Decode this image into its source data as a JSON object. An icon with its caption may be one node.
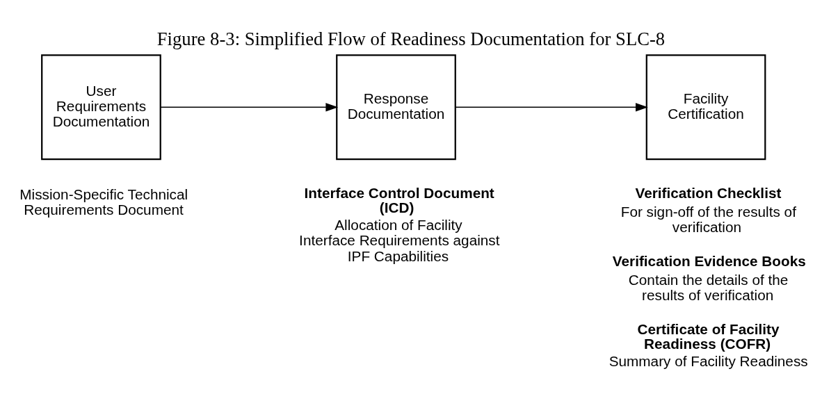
{
  "diagram": {
    "title": "Figure 8-3: Simplified Flow of Readiness Documentation for SLC-8",
    "nodes": [
      {
        "text": [
          "User Requirements Documentation"
        ],
        "beside": [
          "Mission-Specific Technical Requirements Document"
        ]
      },
      {
        "text": [
          "Response Documentation"
        ],
        "beside": [
          "Interface Control Document (ICD)",
          "Allocation of Facility Interface Requirements against IPF Capabilities"
        ]
      },
      {
        "text": [
          "Facility Certification"
        ],
        "beside": [
          "Verification Checklist",
          "For sign-off of the results of verification",
          "Verification Evidence Books",
          "Contain the details of the results of verification",
          "Certificate of Facility Readiness (COFR)",
          "Summary of Facility Readiness"
        ]
      }
    ],
    "edges": [
      {
        "from": 0,
        "to": 1,
        "arrow": "to"
      },
      {
        "from": 1,
        "to": 2,
        "arrow": "to"
      }
    ]
  }
}
